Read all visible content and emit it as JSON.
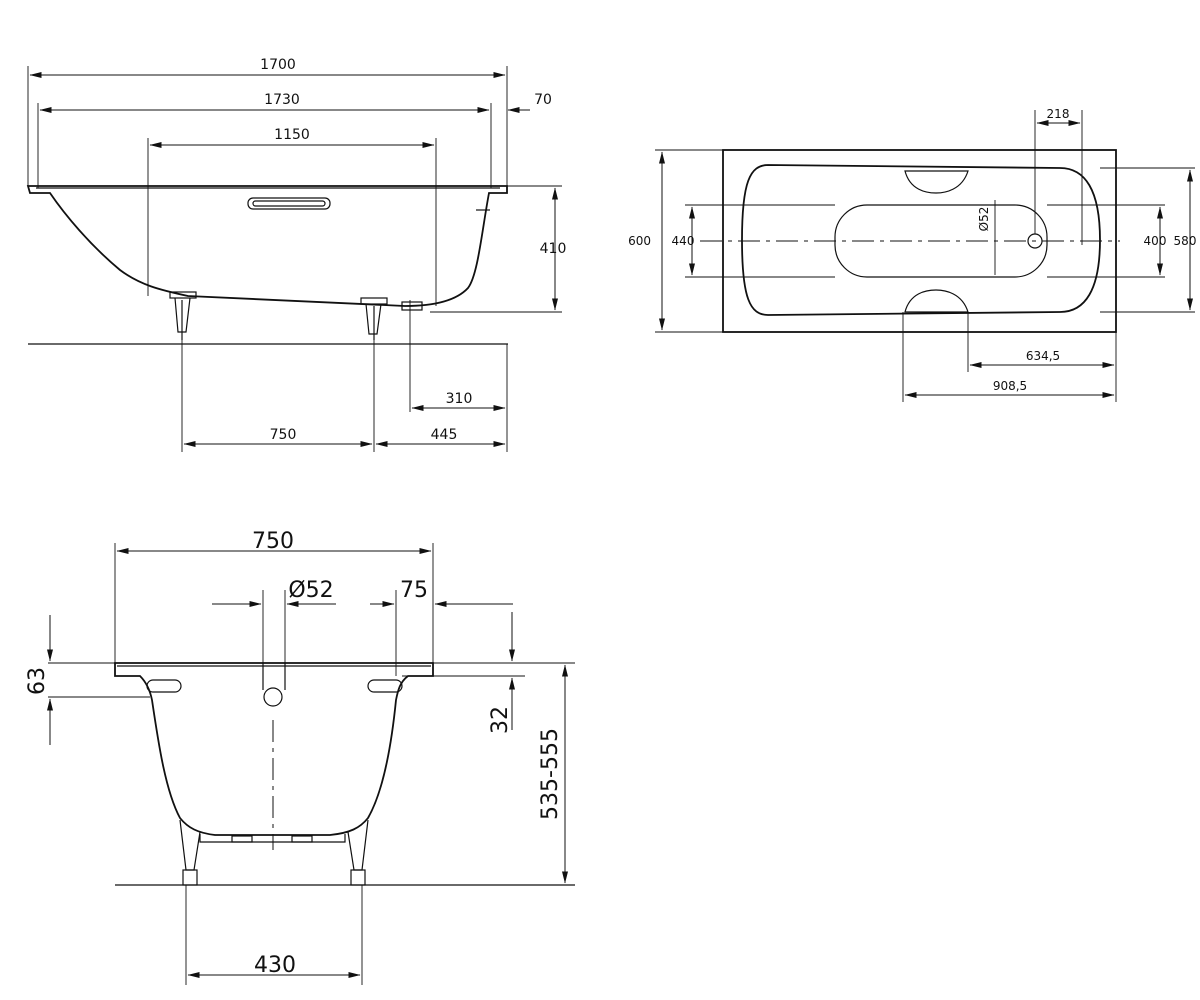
{
  "side_view": {
    "dims": {
      "overall_length": "1700",
      "rim_length": "1730",
      "inner_span": "1150",
      "rim_overhang": "70",
      "depth": "410",
      "outlet_from_end": "310",
      "feet_spacing": "750",
      "foot_from_end": "445"
    }
  },
  "top_view": {
    "dims": {
      "outlet_offset": "218",
      "outer_width": "600",
      "inner_width": "440",
      "outlet_diameter": "Ø52",
      "inner_width_right": "400",
      "outer_width_right": "580",
      "handle_right": "634,5",
      "handle_left": "908,5"
    }
  },
  "end_view": {
    "dims": {
      "width": "750",
      "outlet_diameter": "Ø52",
      "handle_offset": "75",
      "rim_height": "63",
      "handle_height": "32",
      "total_height": "535-555",
      "feet_width": "430"
    }
  }
}
